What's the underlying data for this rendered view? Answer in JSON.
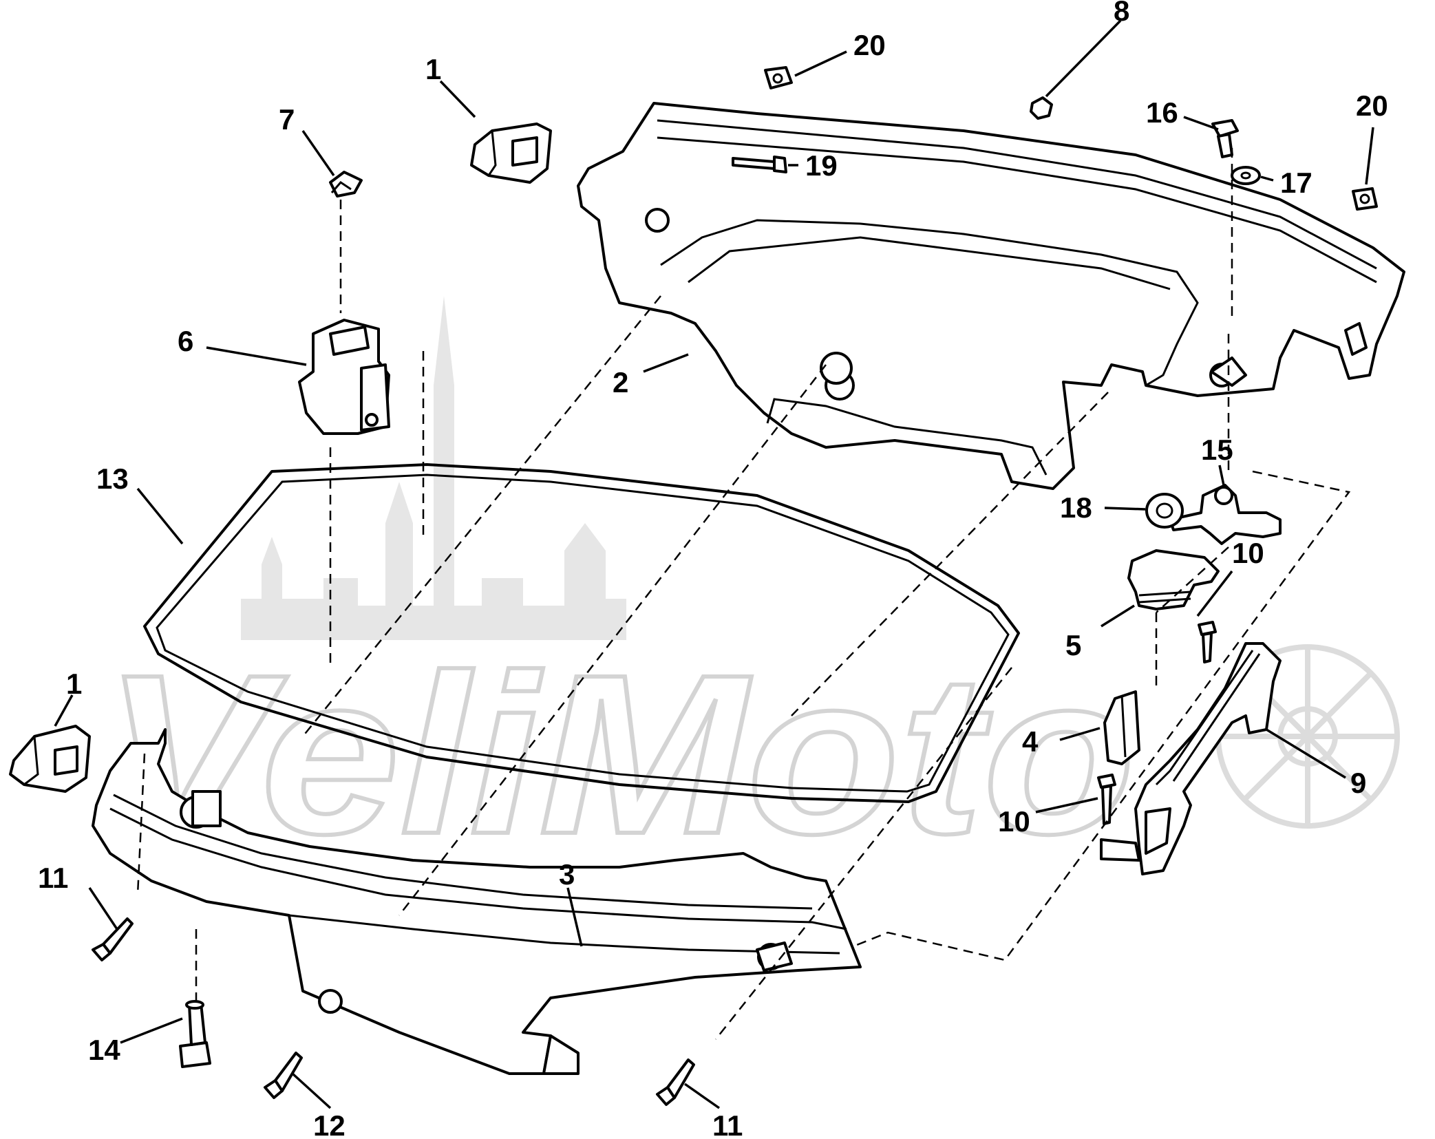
{
  "diagram": {
    "watermark_text": "VeliMoto",
    "callouts": {
      "c1_top": "1",
      "c20_top": "20",
      "c8": "8",
      "c16": "16",
      "c20_right": "20",
      "c7": "7",
      "c19": "19",
      "c17": "17",
      "c6": "6",
      "c2": "2",
      "c13": "13",
      "c15": "15",
      "c18": "18",
      "c10_upper": "10",
      "c5": "5",
      "c1_left": "1",
      "c4": "4",
      "c9": "9",
      "c10_lower": "10",
      "c11_left": "11",
      "c3": "3",
      "c14": "14",
      "c12": "12",
      "c11_bottom": "11"
    },
    "colors": {
      "line": "#000000",
      "background": "#ffffff",
      "watermark": "#d4d4d4"
    }
  }
}
